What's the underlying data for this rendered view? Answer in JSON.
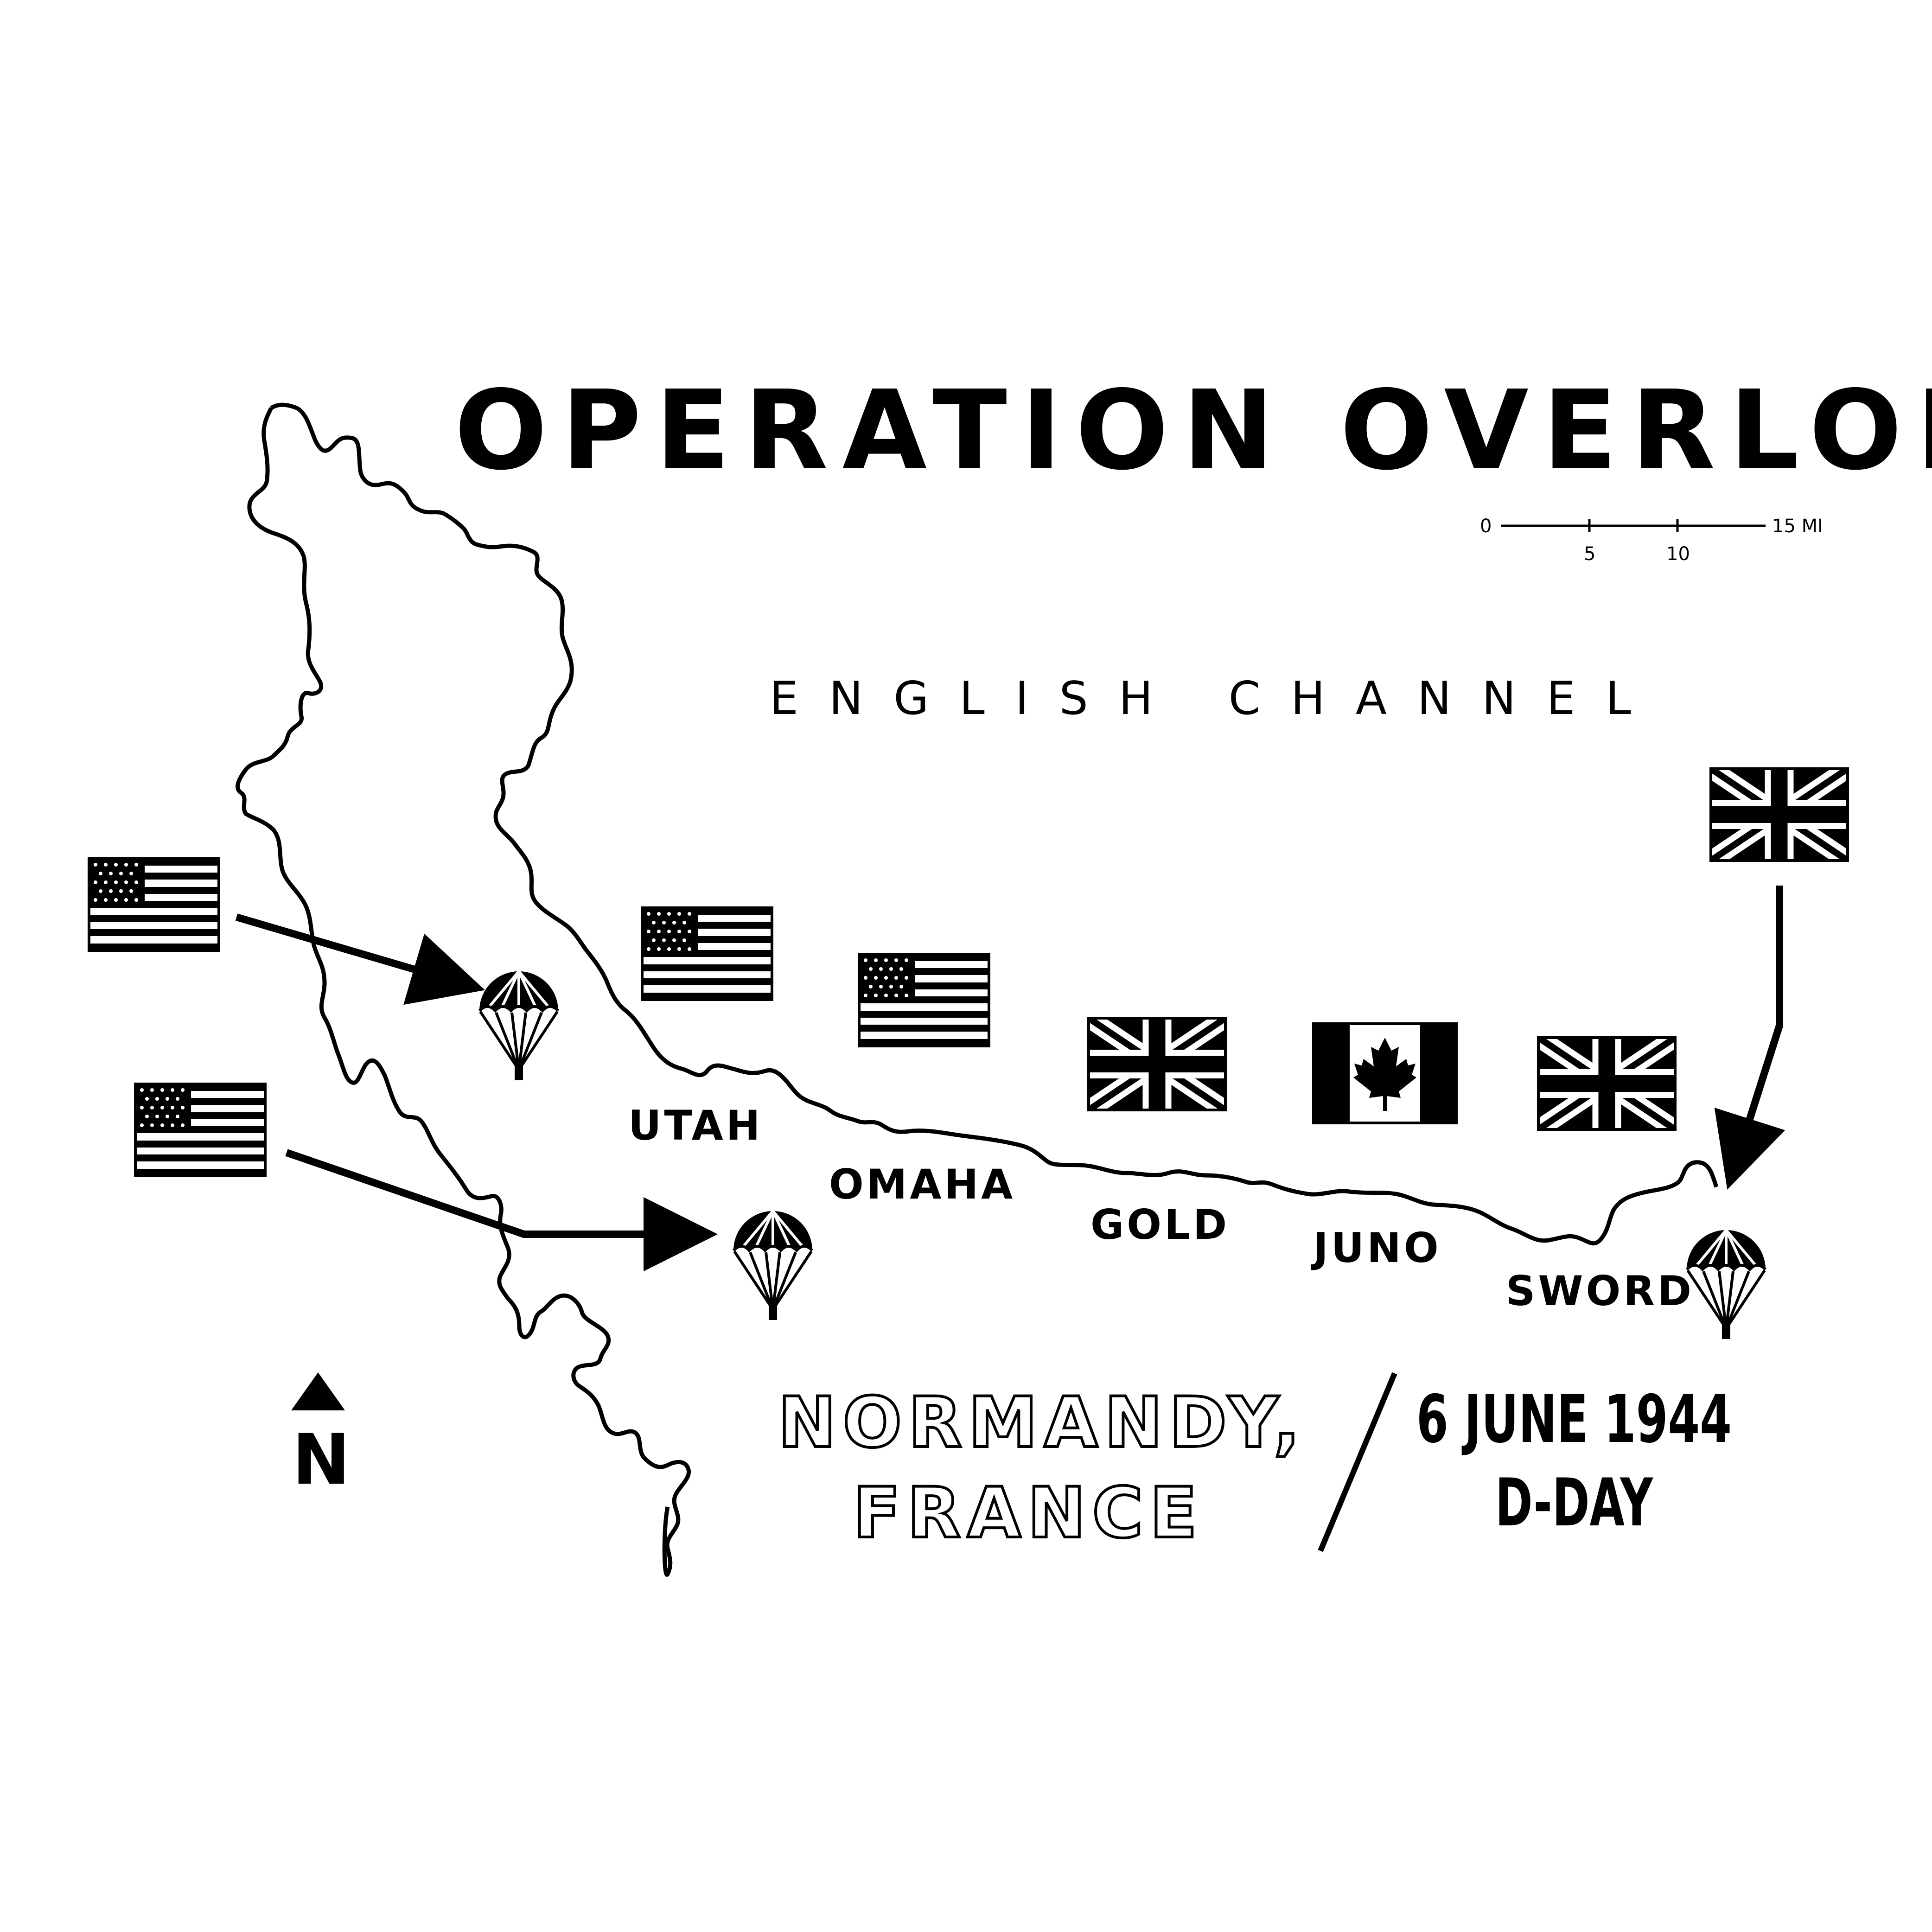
{
  "title": "OPERATION OVERLORD",
  "sea_label": "ENGLISH CHANNEL",
  "scale_bar": {
    "ticks": [
      "0",
      "5",
      "10",
      "15 MI"
    ]
  },
  "beaches": [
    "UTAH",
    "OMAHA",
    "GOLD",
    "JUNO",
    "SWORD"
  ],
  "north_label": "N",
  "place": {
    "line1": "NORMANDY,",
    "line2": "FRANCE"
  },
  "date": {
    "line1": "6 JUNE 1944",
    "line2": "D-DAY"
  },
  "flags": [
    {
      "country": "us",
      "role": "airborne"
    },
    {
      "country": "us",
      "role": "airborne"
    },
    {
      "country": "us",
      "role": "beach"
    },
    {
      "country": "us",
      "role": "beach"
    },
    {
      "country": "uk",
      "role": "beach"
    },
    {
      "country": "canada",
      "role": "beach"
    },
    {
      "country": "uk",
      "role": "beach"
    },
    {
      "country": "uk",
      "role": "airborne"
    }
  ],
  "icons": [
    "us-flag-icon",
    "uk-flag-icon",
    "canada-flag-icon",
    "parachute-icon",
    "north-arrow-icon"
  ],
  "colors": {
    "ink": "#000000",
    "paper": "#ffffff"
  }
}
